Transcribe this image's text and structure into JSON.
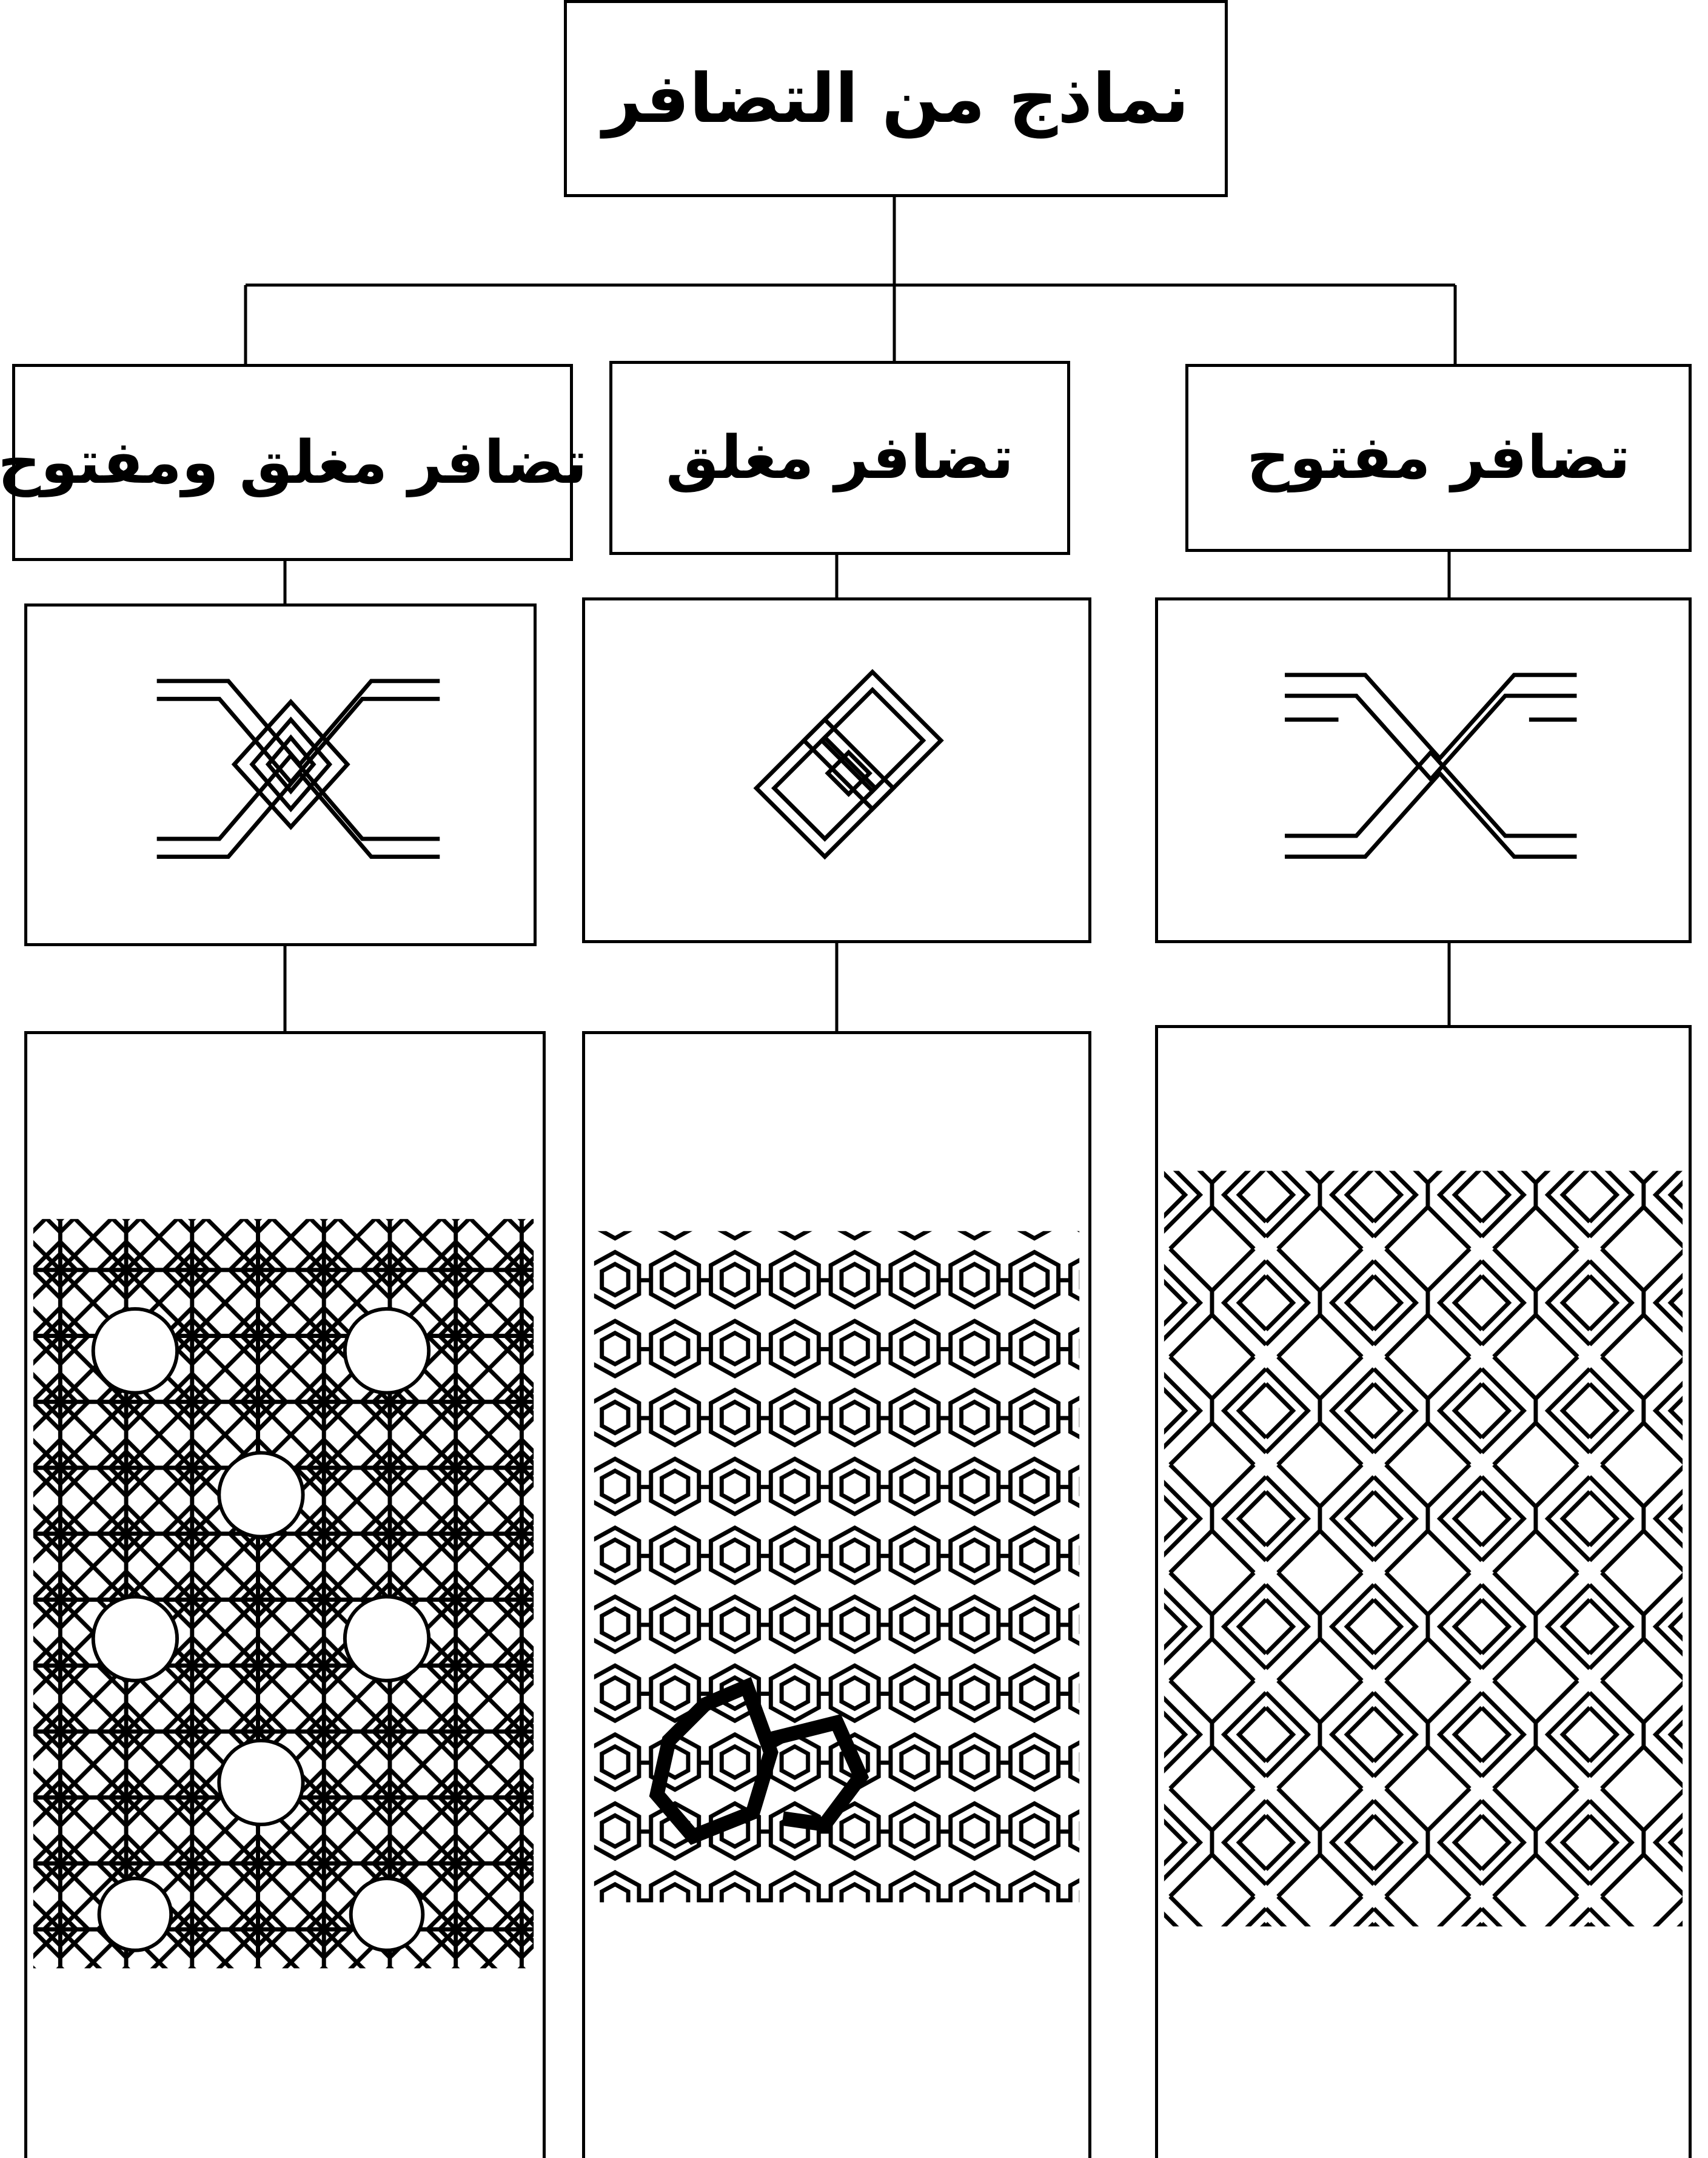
{
  "title": "نماذج من التضافر",
  "categories": [
    {
      "label": "تضافر مغلق ومفتوح",
      "icon": "closed-open-interlace-icon",
      "pattern": "closed-open-interlace-pattern"
    },
    {
      "label": "تضافر مغلق",
      "icon": "closed-interlace-icon",
      "pattern": "closed-interlace-pattern"
    },
    {
      "label": "تضافر مفتوح",
      "icon": "open-interlace-icon",
      "pattern": "open-interlace-pattern"
    }
  ],
  "colors": {
    "line": "#000000",
    "background": "#ffffff"
  }
}
